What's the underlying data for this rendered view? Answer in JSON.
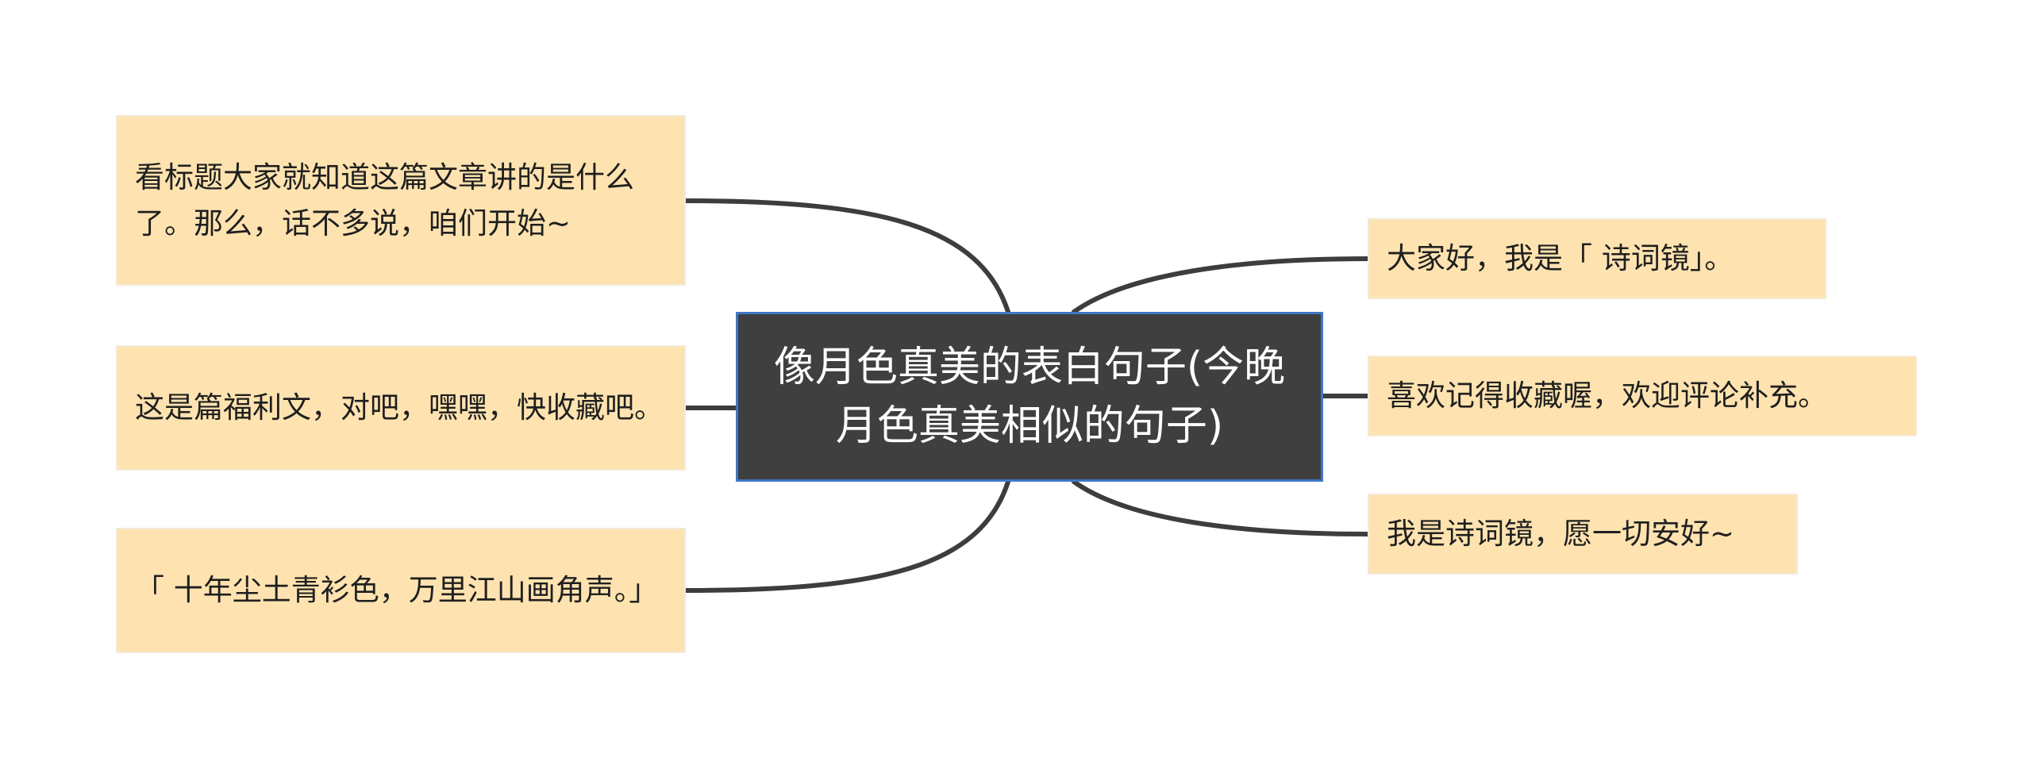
{
  "mindmap": {
    "root": {
      "label": "像月色真美的表白句子(今晚月色真美相似的句子)"
    },
    "left_branches": [
      {
        "text": "看标题大家就知道这篇文章讲的是什么了。那么，话不多说，咱们开始~"
      },
      {
        "text": "这是篇福利文，对吧，嘿嘿，快收藏吧。"
      },
      {
        "text": "「 十年尘土青衫色，万里江山画角声。」"
      }
    ],
    "right_branches": [
      {
        "text": "大家好，我是「 诗词镜」。"
      },
      {
        "text": "喜欢记得收藏喔，欢迎评论补充。"
      },
      {
        "text": "我是诗词镜，愿一切安好~"
      }
    ]
  },
  "colors": {
    "root_fill": "#3f3f3f",
    "root_border": "#3f77c7",
    "branch_fill": "#fee3b0",
    "connector": "#3d3d3d"
  }
}
